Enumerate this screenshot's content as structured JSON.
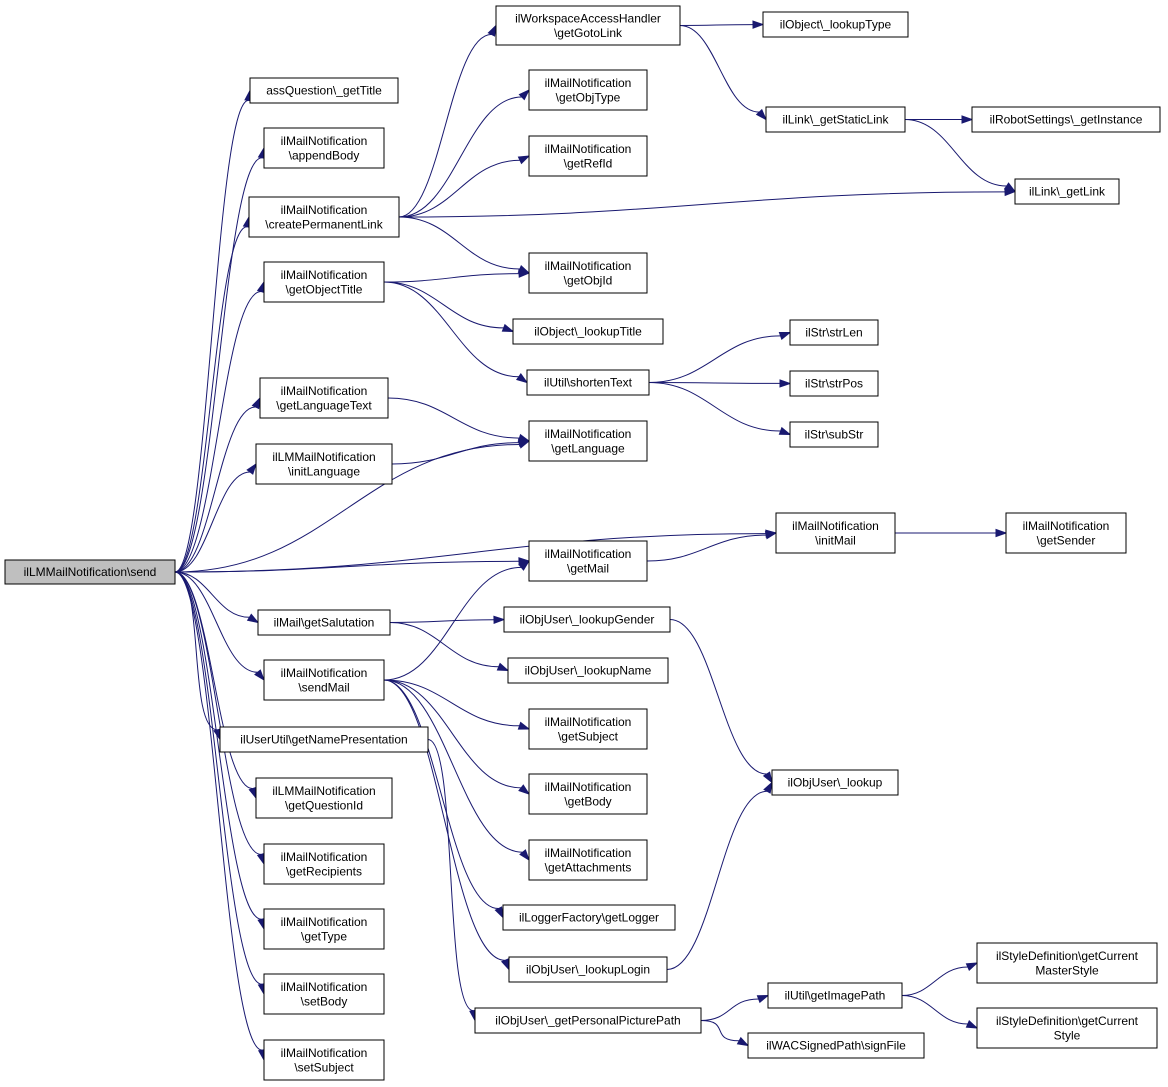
{
  "colors": {
    "edge": "#191970",
    "root_fill": "#bfbfbf",
    "node_fill": "#ffffff",
    "node_border": "#000000"
  },
  "nodes": {
    "send": [
      "ilLMMailNotification\\send"
    ],
    "assQ": [
      "assQuestion\\_getTitle"
    ],
    "appendBody": [
      "ilMailNotification",
      "\\appendBody"
    ],
    "createPL": [
      "ilMailNotification",
      "\\createPermanentLink"
    ],
    "getObjectTitle": [
      "ilMailNotification",
      "\\getObjectTitle"
    ],
    "getLangText": [
      "ilMailNotification",
      "\\getLanguageText"
    ],
    "initLang": [
      "ilLMMailNotification",
      "\\initLanguage"
    ],
    "getSalutation": [
      "ilMail\\getSalutation"
    ],
    "sendMail": [
      "ilMailNotification",
      "\\sendMail"
    ],
    "getNamePres": [
      "ilUserUtil\\getNamePresentation"
    ],
    "getQId": [
      "ilLMMailNotification",
      "\\getQuestionId"
    ],
    "getRecipients": [
      "ilMailNotification",
      "\\getRecipients"
    ],
    "getType": [
      "ilMailNotification",
      "\\getType"
    ],
    "setBody": [
      "ilMailNotification",
      "\\setBody"
    ],
    "setSubject": [
      "ilMailNotification",
      "\\setSubject"
    ],
    "wsGoto": [
      "ilWorkspaceAccessHandler",
      "\\getGotoLink"
    ],
    "getObjType": [
      "ilMailNotification",
      "\\getObjType"
    ],
    "getRefId": [
      "ilMailNotification",
      "\\getRefId"
    ],
    "getObjId": [
      "ilMailNotification",
      "\\getObjId"
    ],
    "lookupTitle": [
      "ilObject\\_lookupTitle"
    ],
    "shortenText": [
      "ilUtil\\shortenText"
    ],
    "getLanguage": [
      "ilMailNotification",
      "\\getLanguage"
    ],
    "getMail": [
      "ilMailNotification",
      "\\getMail"
    ],
    "lookupGender": [
      "ilObjUser\\_lookupGender"
    ],
    "lookupName": [
      "ilObjUser\\_lookupName"
    ],
    "getSubject": [
      "ilMailNotification",
      "\\getSubject"
    ],
    "getBody": [
      "ilMailNotification",
      "\\getBody"
    ],
    "getAttachments": [
      "ilMailNotification",
      "\\getAttachments"
    ],
    "getLogger": [
      "ilLoggerFactory\\getLogger"
    ],
    "lookupLogin": [
      "ilObjUser\\_lookupLogin"
    ],
    "picPath": [
      "ilObjUser\\_getPersonalPicturePath"
    ],
    "lookupType": [
      "ilObject\\_lookupType"
    ],
    "staticLink": [
      "ilLink\\_getStaticLink"
    ],
    "robot": [
      "ilRobotSettings\\_getInstance"
    ],
    "getLink": [
      "ilLink\\_getLink"
    ],
    "strLen": [
      "ilStr\\strLen"
    ],
    "strPos": [
      "ilStr\\strPos"
    ],
    "subStr": [
      "ilStr\\subStr"
    ],
    "initMail": [
      "ilMailNotification",
      "\\initMail"
    ],
    "getSender": [
      "ilMailNotification",
      "\\getSender"
    ],
    "lookup": [
      "ilObjUser\\_lookup"
    ],
    "imagePath": [
      "ilUtil\\getImagePath"
    ],
    "signFile": [
      "ilWACSignedPath\\signFile"
    ],
    "masterStyle": [
      "ilStyleDefinition\\getCurrent",
      "MasterStyle"
    ],
    "currentStyle": [
      "ilStyleDefinition\\getCurrent",
      "Style"
    ]
  },
  "edges": [
    [
      "send",
      "assQ"
    ],
    [
      "send",
      "appendBody"
    ],
    [
      "send",
      "createPL"
    ],
    [
      "send",
      "getObjectTitle"
    ],
    [
      "send",
      "getLanguage"
    ],
    [
      "send",
      "getLangText"
    ],
    [
      "send",
      "initLang"
    ],
    [
      "send",
      "initMail"
    ],
    [
      "send",
      "getMail"
    ],
    [
      "send",
      "getSalutation"
    ],
    [
      "send",
      "sendMail"
    ],
    [
      "send",
      "getNamePres"
    ],
    [
      "send",
      "getQId"
    ],
    [
      "send",
      "getRecipients"
    ],
    [
      "send",
      "getType"
    ],
    [
      "send",
      "setBody"
    ],
    [
      "send",
      "setSubject"
    ],
    [
      "createPL",
      "wsGoto"
    ],
    [
      "createPL",
      "getObjType"
    ],
    [
      "createPL",
      "getRefId"
    ],
    [
      "createPL",
      "getLink"
    ],
    [
      "createPL",
      "getObjId"
    ],
    [
      "getObjectTitle",
      "getObjId"
    ],
    [
      "getObjectTitle",
      "lookupTitle"
    ],
    [
      "getObjectTitle",
      "shortenText"
    ],
    [
      "getLangText",
      "getLanguage"
    ],
    [
      "initLang",
      "getLanguage"
    ],
    [
      "getSalutation",
      "lookupGender"
    ],
    [
      "getSalutation",
      "lookupName"
    ],
    [
      "sendMail",
      "getMail"
    ],
    [
      "sendMail",
      "getSubject"
    ],
    [
      "sendMail",
      "getBody"
    ],
    [
      "sendMail",
      "getAttachments"
    ],
    [
      "sendMail",
      "getLogger"
    ],
    [
      "sendMail",
      "lookupLogin"
    ],
    [
      "getNamePres",
      "picPath"
    ],
    [
      "wsGoto",
      "lookupType"
    ],
    [
      "wsGoto",
      "staticLink"
    ],
    [
      "staticLink",
      "robot"
    ],
    [
      "staticLink",
      "getLink"
    ],
    [
      "shortenText",
      "strLen"
    ],
    [
      "shortenText",
      "strPos"
    ],
    [
      "shortenText",
      "subStr"
    ],
    [
      "getMail",
      "initMail"
    ],
    [
      "initMail",
      "getSender"
    ],
    [
      "lookupGender",
      "lookup"
    ],
    [
      "lookupLogin",
      "lookup"
    ],
    [
      "picPath",
      "imagePath"
    ],
    [
      "picPath",
      "signFile"
    ],
    [
      "imagePath",
      "masterStyle"
    ],
    [
      "imagePath",
      "currentStyle"
    ]
  ]
}
